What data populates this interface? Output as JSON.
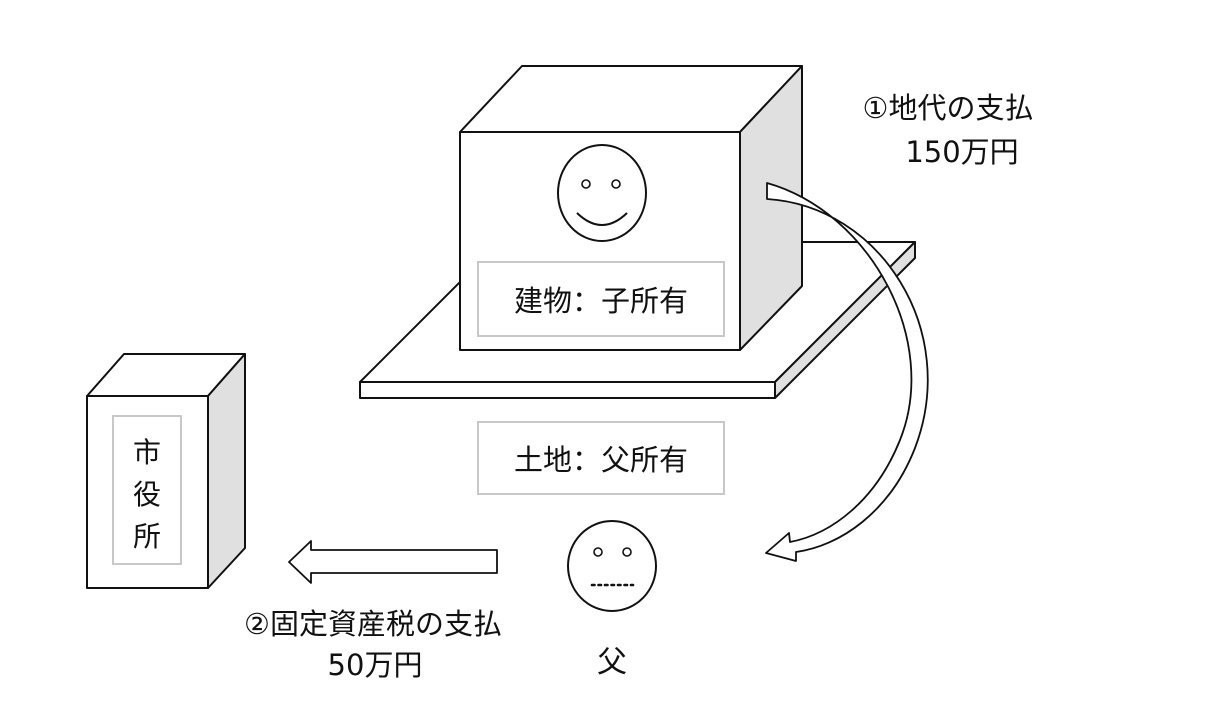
{
  "labels": {
    "building_owner": "建物：子所有",
    "land_owner": "土地：父所有",
    "city_hall": [
      "市",
      "役",
      "所"
    ],
    "father": "父"
  },
  "flows": {
    "rent": {
      "label": "①地代の支払",
      "amount": "150万円"
    },
    "tax": {
      "label": "②固定資産税の支払",
      "amount": "50万円"
    }
  },
  "icons": {
    "child": "smiley-face-icon",
    "father": "smiley-face-icon"
  },
  "colors": {
    "outline": "#111111",
    "side_fill": "#e0e0e0",
    "label_border": "#c8c8c8"
  }
}
